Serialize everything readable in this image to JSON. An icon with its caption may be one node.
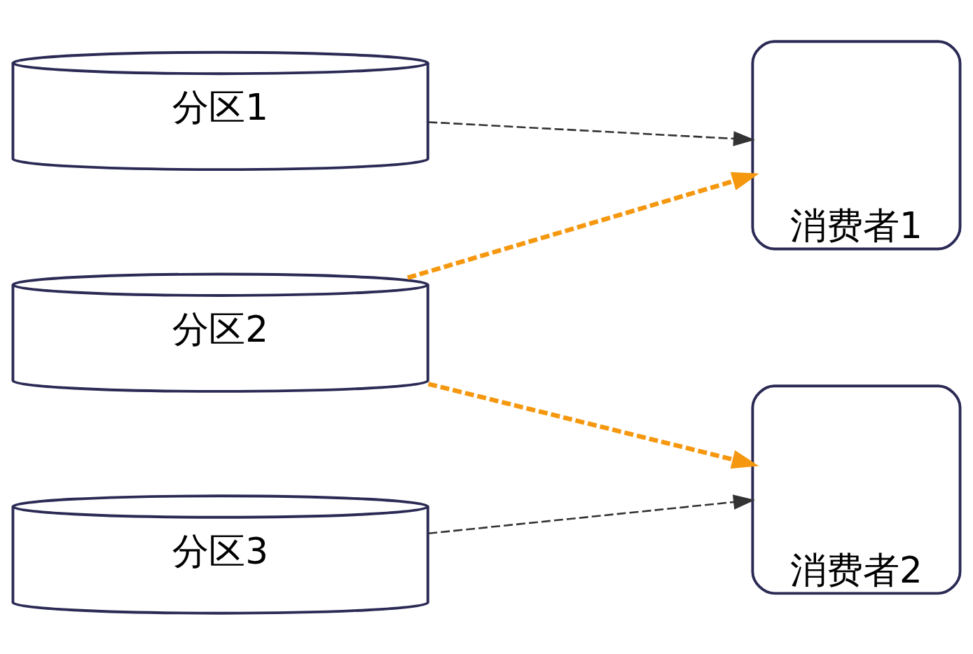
{
  "diagram": {
    "nodes": [
      {
        "text": [
          "分区1"
        ]
      },
      {
        "text": [
          "分区2"
        ]
      },
      {
        "text": [
          "分区3"
        ]
      },
      {
        "text": [
          "消费者1"
        ]
      },
      {
        "text": [
          "消费者2"
        ]
      }
    ],
    "edges": [
      {
        "from": 0,
        "to": 3,
        "arrow": "to",
        "style": "dashed"
      },
      {
        "from": 1,
        "to": 3,
        "arrow": "to",
        "style": "dashed",
        "color": "#f5980f"
      },
      {
        "from": 1,
        "to": 4,
        "arrow": "to",
        "style": "dashed",
        "color": "#f5980f"
      },
      {
        "from": 2,
        "to": 4,
        "arrow": "to",
        "style": "dashed"
      }
    ]
  }
}
